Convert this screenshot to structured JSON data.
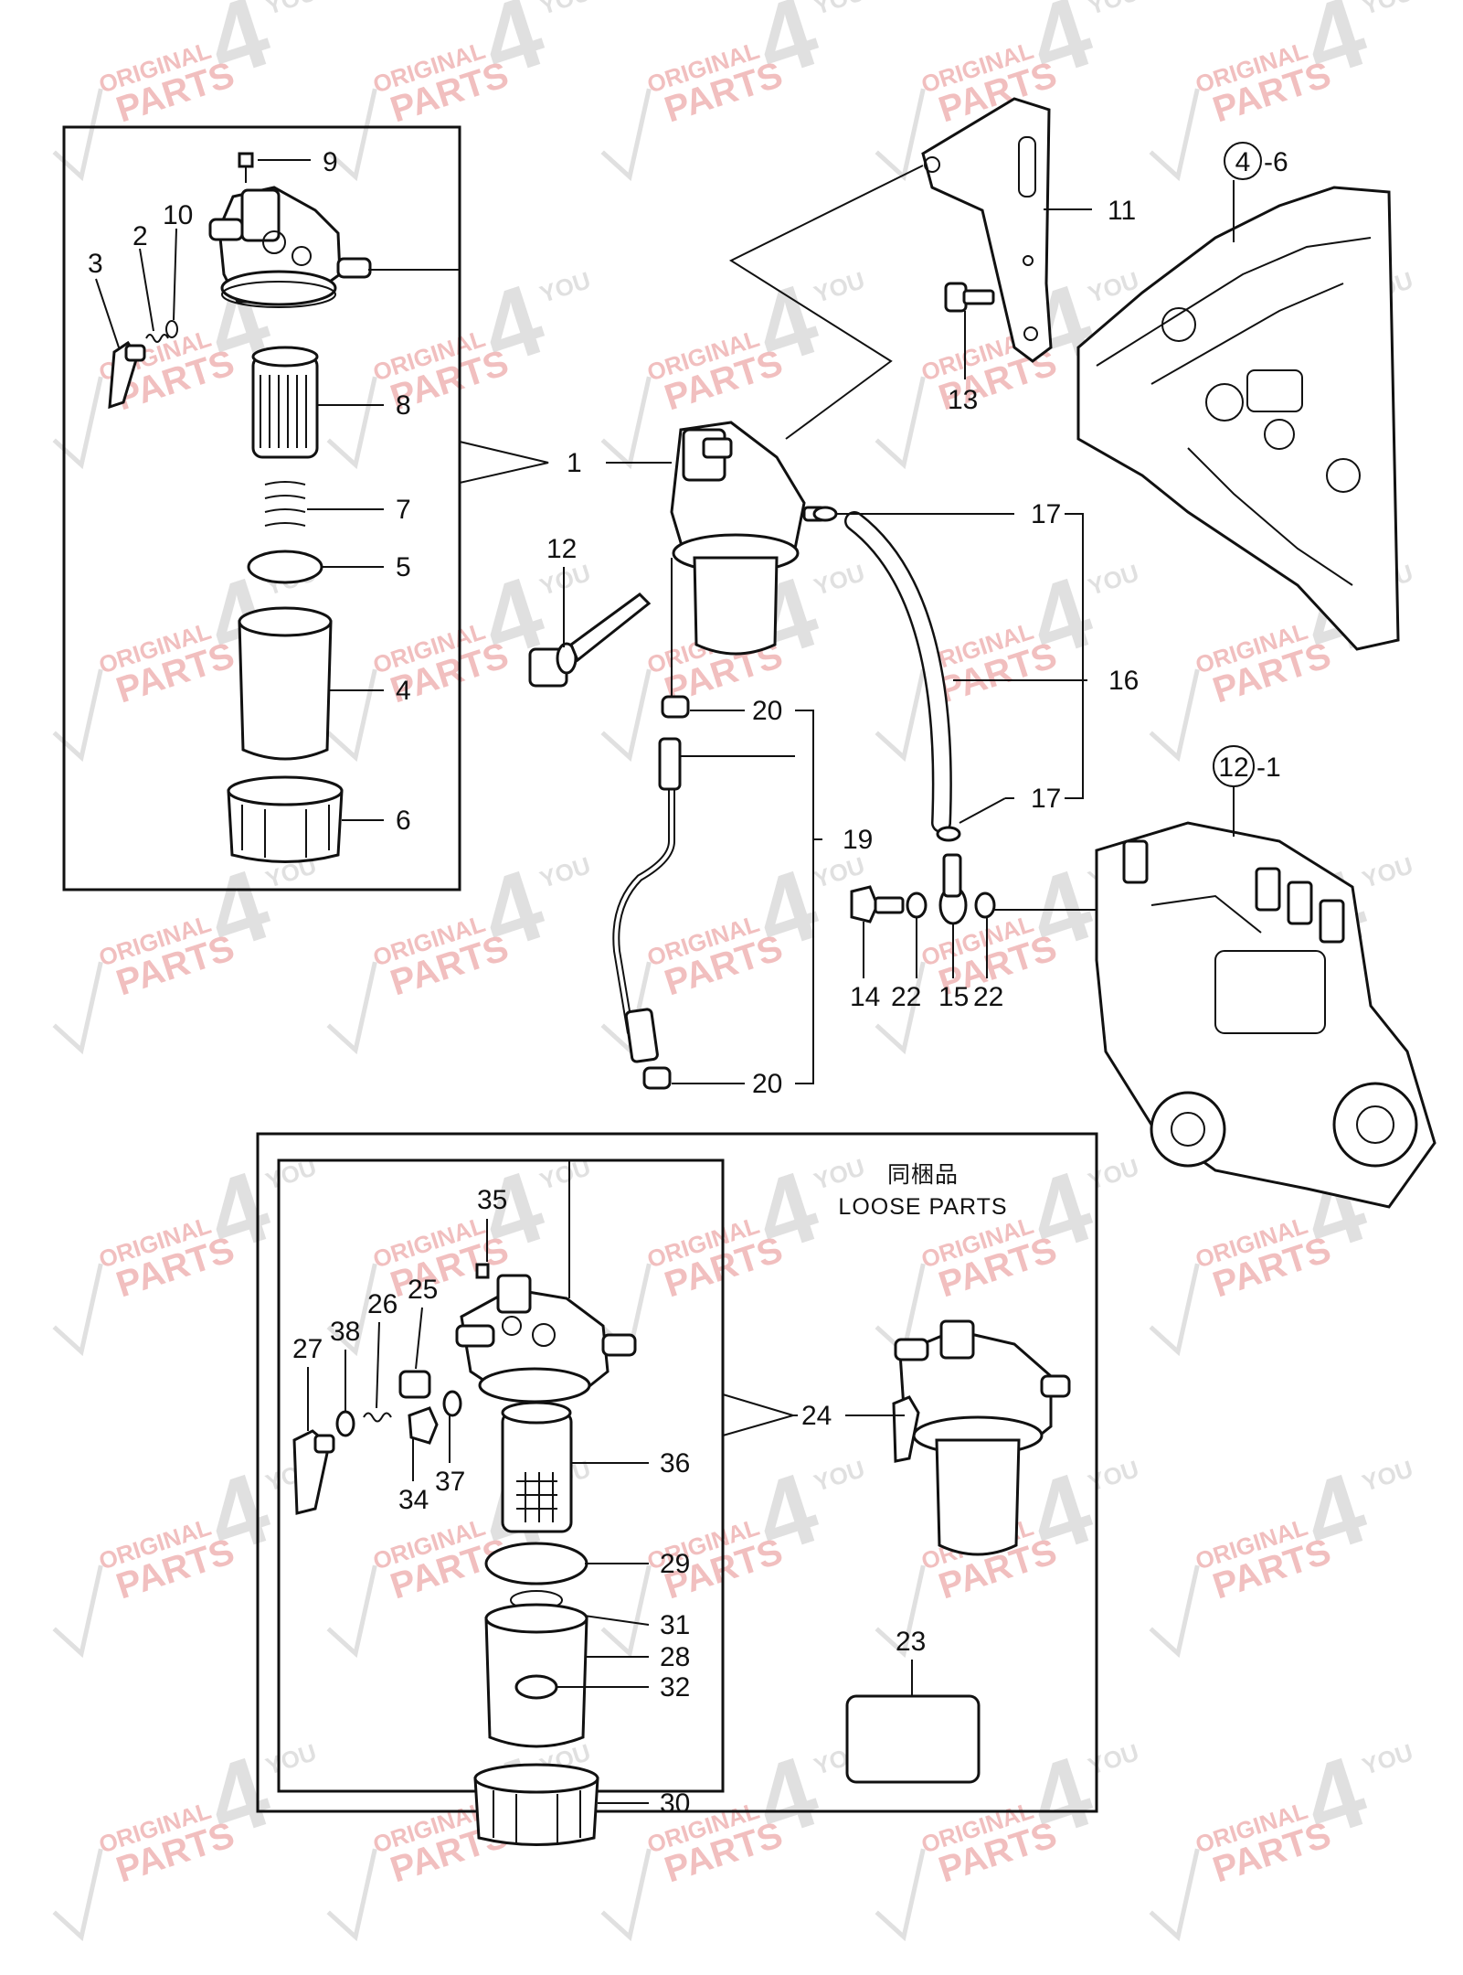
{
  "watermark": {
    "line1": "ORIGINAL",
    "line2": "PARTS",
    "big": "4",
    "letters": "YOU",
    "color": "#d63a3a"
  },
  "loose_parts": {
    "title_jp": "同梱品",
    "title_en": "LOOSE PARTS"
  },
  "callouts": {
    "c1": "1",
    "c2": "2",
    "c3": "3",
    "c4": "4",
    "c5": "5",
    "c6": "6",
    "c7": "7",
    "c8": "8",
    "c9": "9",
    "c10": "10",
    "c11": "11",
    "c12": "12",
    "c13": "13",
    "c14": "14",
    "c15": "15",
    "c16": "16",
    "c17a": "17",
    "c17b": "17",
    "c19": "19",
    "c20a": "20",
    "c20b": "20",
    "c22a": "22",
    "c22b": "22",
    "c23": "23",
    "c24": "24",
    "c25": "25",
    "c26": "26",
    "c27": "27",
    "c28": "28",
    "c29": "29",
    "c30": "30",
    "c31": "31",
    "c32": "32",
    "c34": "34",
    "c35": "35",
    "c36": "36",
    "c37": "37",
    "c38": "38"
  },
  "references": {
    "ref_head": {
      "circle": "4",
      "suffix": "-6"
    },
    "ref_pump": {
      "circle": "12",
      "suffix": "-1"
    }
  }
}
